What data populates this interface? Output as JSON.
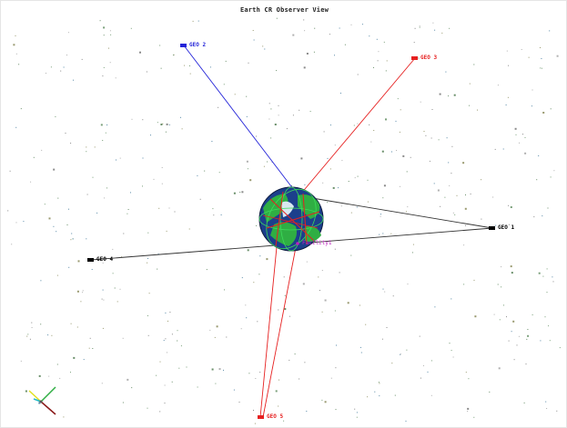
{
  "window": {
    "title": "Earth CR Observer View"
  },
  "colors": {
    "background": "#ffffff",
    "geo1": "#000000",
    "geo2": "#2424d8",
    "geo3": "#e62020",
    "geo4": "#000000",
    "geo5": "#e62020",
    "facility": "#c020c0",
    "ocean": "#1c3f8c",
    "land": "#2fae43",
    "axis_x": "#8b1a1a",
    "axis_y": "#2fae43",
    "axis_z": "#1fb8c8"
  },
  "satellites": [
    {
      "id": "geo1",
      "label": "GEO 1"
    },
    {
      "id": "geo2",
      "label": "GEO 2"
    },
    {
      "id": "geo3",
      "label": "GEO 3"
    },
    {
      "id": "geo4",
      "label": "GEO 4"
    },
    {
      "id": "geo5",
      "label": "GEO 5"
    }
  ],
  "facility": {
    "label": "Facility1"
  },
  "axes_triad": {
    "icon": "axes-triad-icon"
  }
}
